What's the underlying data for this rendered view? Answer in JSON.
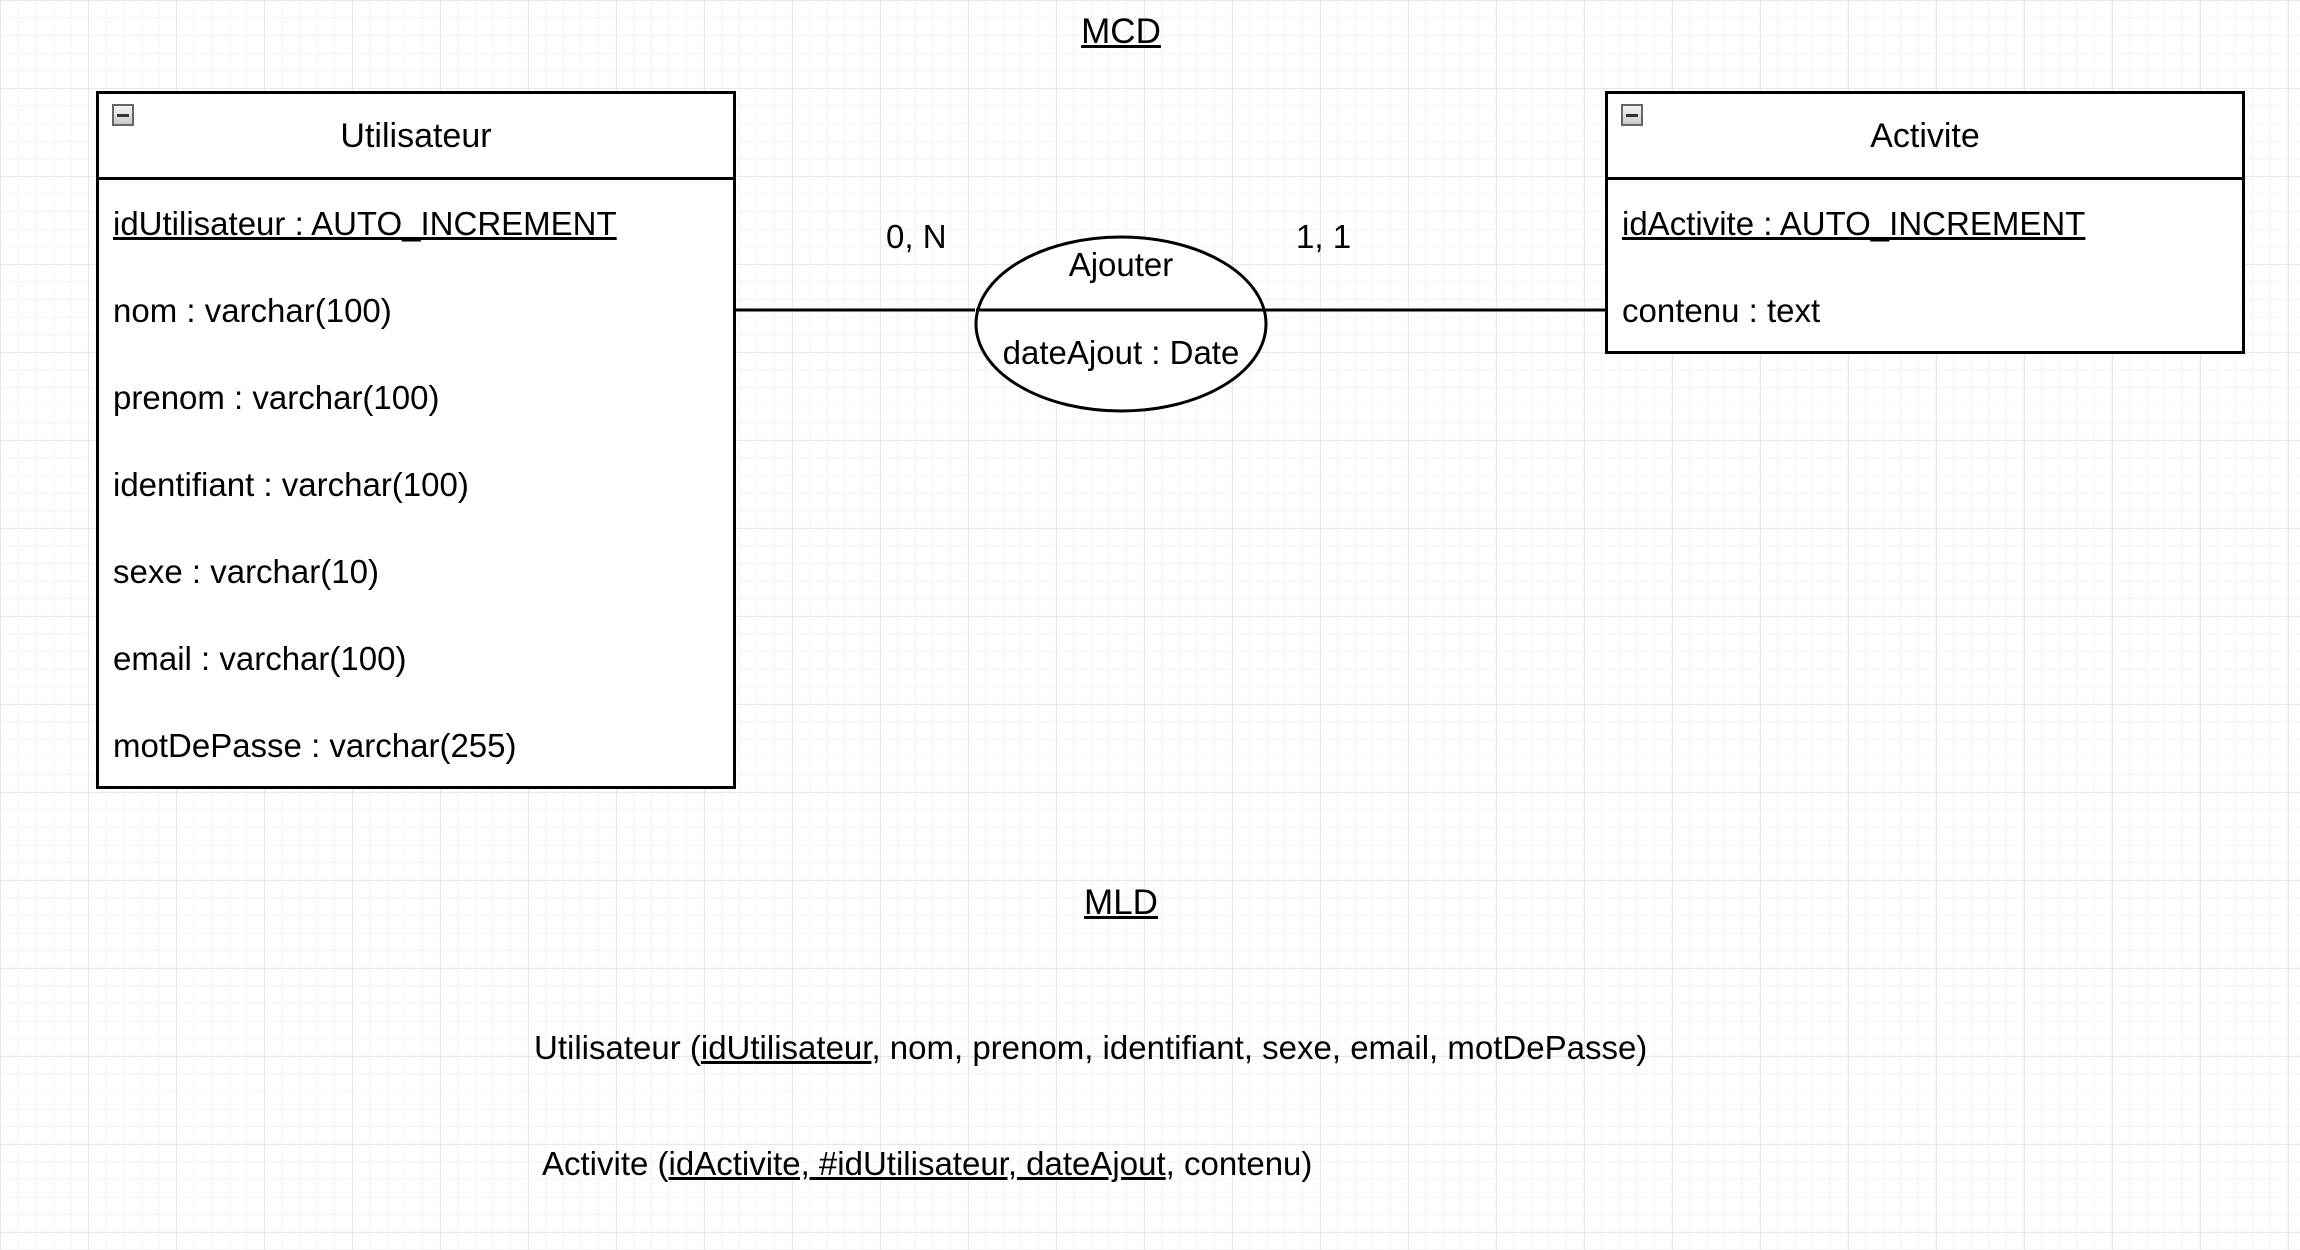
{
  "mcd_title": "MCD",
  "mld_title": "MLD",
  "entity_left": {
    "name": "Utilisateur",
    "attributes": [
      {
        "text": "idUtilisateur : AUTO_INCREMENT",
        "key": true
      },
      {
        "text": "nom : varchar(100)",
        "key": false
      },
      {
        "text": "prenom : varchar(100)",
        "key": false
      },
      {
        "text": "identifiant : varchar(100)",
        "key": false
      },
      {
        "text": "sexe : varchar(10)",
        "key": false
      },
      {
        "text": "email : varchar(100)",
        "key": false
      },
      {
        "text": "motDePasse : varchar(255)",
        "key": false
      }
    ]
  },
  "entity_right": {
    "name": "Activite",
    "attributes": [
      {
        "text": "idActivite : AUTO_INCREMENT",
        "key": true
      },
      {
        "text": "contenu : text",
        "key": false
      }
    ]
  },
  "association": {
    "name": "Ajouter",
    "attribute": "dateAjout : Date",
    "cardinality_left": "0, N",
    "cardinality_right": "1, 1"
  },
  "mld": {
    "line1": {
      "prefix": "Utilisateur (",
      "key": "idUtilisateur",
      "rest": ", nom, prenom, identifiant, sexe, email, motDePasse)"
    },
    "line2": {
      "prefix": "Activite (",
      "key": "idActivite, #idUtilisateur, dateAjout",
      "rest": ", contenu)"
    }
  }
}
